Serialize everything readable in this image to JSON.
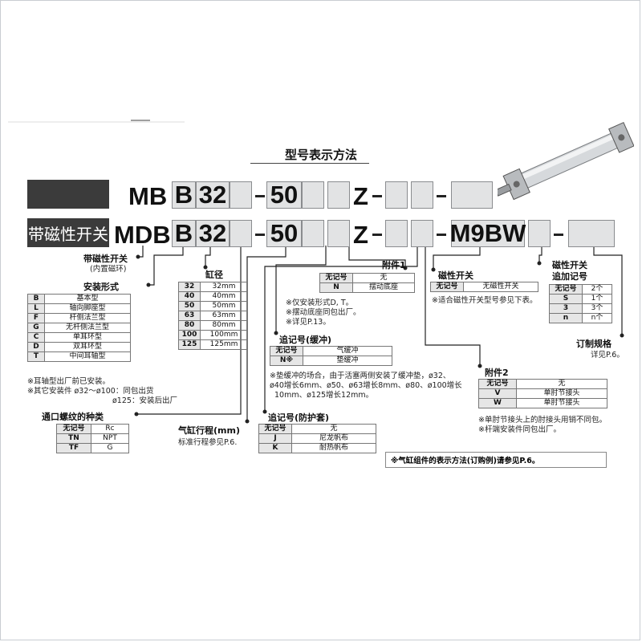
{
  "title": "型号表示方法",
  "top_label": "带磁性开关",
  "row1": {
    "prefix": "MB",
    "b": "B",
    "bore": "32",
    "stroke": "50",
    "z": "Z"
  },
  "row2": {
    "prefix": "MDB",
    "b": "B",
    "bore": "32",
    "stroke": "50",
    "z": "Z",
    "switch": "M9BW"
  },
  "dash": "-",
  "magnet": {
    "label": "带磁性开关",
    "sub": "(内置磁环)"
  },
  "mount": {
    "label": "安装形式",
    "rows": [
      {
        "k": "B",
        "v": "基本型"
      },
      {
        "k": "L",
        "v": "轴向脚座型"
      },
      {
        "k": "F",
        "v": "杆侧法兰型"
      },
      {
        "k": "G",
        "v": "无杆侧法兰型"
      },
      {
        "k": "C",
        "v": "单耳环型"
      },
      {
        "k": "D",
        "v": "双耳环型"
      },
      {
        "k": "T",
        "v": "中间耳轴型"
      }
    ],
    "note1": "※耳轴型出厂前已安装。",
    "note2a": "※其它安装件 ø32～ø100：同包出货",
    "note2b": "ø125：安装后出厂"
  },
  "bore": {
    "label": "缸径",
    "rows": [
      {
        "k": "32",
        "v": "32mm"
      },
      {
        "k": "40",
        "v": "40mm"
      },
      {
        "k": "50",
        "v": "50mm"
      },
      {
        "k": "63",
        "v": "63mm"
      },
      {
        "k": "80",
        "v": "80mm"
      },
      {
        "k": "100",
        "v": "100mm"
      },
      {
        "k": "125",
        "v": "125mm"
      }
    ]
  },
  "thread": {
    "label": "通口螺纹的种类",
    "rows": [
      {
        "k": "无记号",
        "v": "Rc"
      },
      {
        "k": "TN",
        "v": "NPT"
      },
      {
        "k": "TF",
        "v": "G"
      }
    ]
  },
  "stroke": {
    "label": "气缸行程(mm)",
    "note": "标准行程参见P.6."
  },
  "acc1": {
    "label": "附件1",
    "rows": [
      {
        "k": "无记号",
        "v": "无"
      },
      {
        "k": "N",
        "v": "摆动底座"
      }
    ],
    "note1": "※仅安装形式D, T。",
    "note2": "※摆动底座同包出厂。",
    "note3": "※详见P.13。"
  },
  "cushion": {
    "label": "追记号(缓冲)",
    "rows": [
      {
        "k": "无记号",
        "v": "气缓冲"
      },
      {
        "k": "N※",
        "v": "垫缓冲"
      }
    ],
    "note1": "※垫缓冲的场合，由于活塞两侧安装了缓冲垫，ø32、",
    "note2": "ø40增长6mm、ø50、ø63增长8mm、ø80、ø100增长",
    "note3": "10mm、ø125增长12mm。"
  },
  "boot": {
    "label": "追记号(防护套)",
    "rows": [
      {
        "k": "无记号",
        "v": "无"
      },
      {
        "k": "J",
        "v": "尼龙帆布"
      },
      {
        "k": "K",
        "v": "耐热帆布"
      }
    ]
  },
  "switch": {
    "label": "磁性开关",
    "rows": [
      {
        "k": "无记号",
        "v": "无磁性开关"
      }
    ],
    "note": "※适合磁性开关型号参见下表。"
  },
  "suffix": {
    "label1": "磁性开关",
    "label2": "追加记号",
    "rows": [
      {
        "k": "无记号",
        "v": "2个"
      },
      {
        "k": "S",
        "v": "1个"
      },
      {
        "k": "3",
        "v": "3个"
      },
      {
        "k": "n",
        "v": "n个"
      }
    ]
  },
  "order": {
    "label": "订制规格",
    "note": "详见P.6。"
  },
  "acc2": {
    "label": "附件2",
    "rows": [
      {
        "k": "无记号",
        "v": "无"
      },
      {
        "k": "V",
        "v": "单肘节接头"
      },
      {
        "k": "W",
        "v": "单肘节接头"
      }
    ],
    "note1": "※单肘节接头上的肘接头用销不同包。",
    "note2": "※杆端安装件同包出厂。"
  },
  "footer_note": "※气缸组件的表示方法(订购例)请参见P.6。"
}
